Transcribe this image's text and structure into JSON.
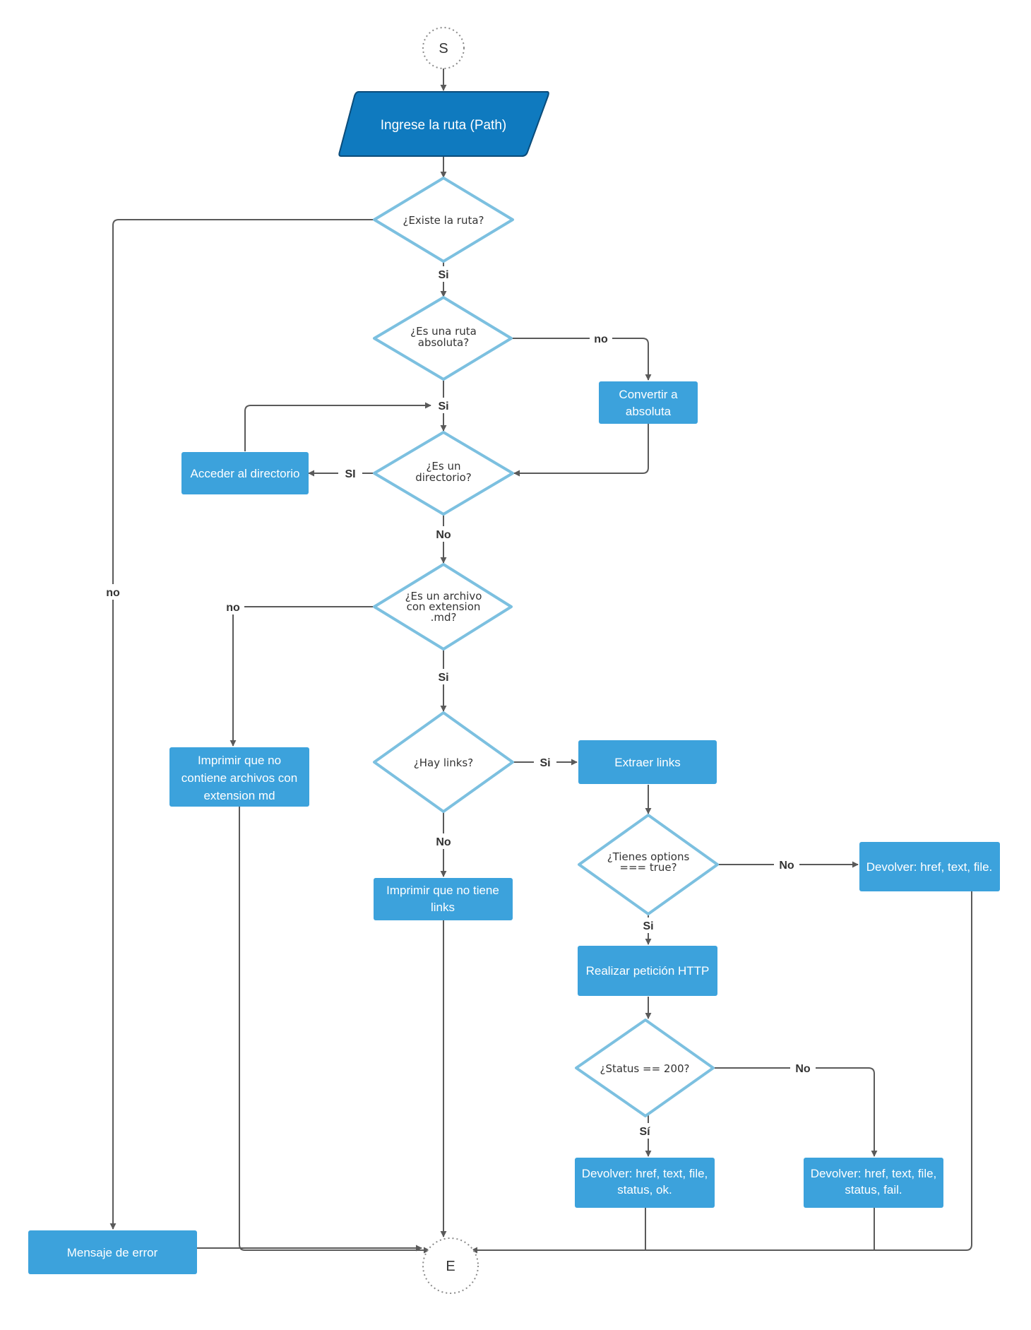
{
  "nodes": {
    "start": {
      "text": [
        "S"
      ]
    },
    "input_path": {
      "text": [
        "Ingrese la ruta (Path)"
      ]
    },
    "exists": {
      "text": [
        "¿Existe la ruta?"
      ]
    },
    "is_absolute": {
      "text": [
        "¿Es una ruta",
        "absoluta?"
      ]
    },
    "convert_absolute": {
      "text": [
        "Convertir a",
        "absoluta"
      ]
    },
    "is_directory": {
      "text": [
        "¿Es un",
        "directorio?"
      ]
    },
    "access_directory": {
      "text": [
        "Acceder al directorio"
      ]
    },
    "is_md_file": {
      "text": [
        "¿Es un archivo",
        "con extension",
        ".md?"
      ]
    },
    "print_no_md": {
      "text": [
        "Imprimir que no",
        "contiene archivos con",
        "extension md"
      ]
    },
    "has_links": {
      "text": [
        "¿Hay links?"
      ]
    },
    "print_no_links": {
      "text": [
        "Imprimir que no tiene",
        "links"
      ]
    },
    "extract_links": {
      "text": [
        "Extraer links"
      ]
    },
    "options_true": {
      "text": [
        "¿Tienes options",
        "=== true?"
      ]
    },
    "return_basic": {
      "text": [
        "Devolver: href, text, file."
      ]
    },
    "http_request": {
      "text": [
        "Realizar petición HTTP"
      ]
    },
    "status_200": {
      "text": [
        "¿Status == 200?"
      ]
    },
    "return_ok": {
      "text": [
        "Devolver: href, text, file,",
        "status, ok."
      ]
    },
    "return_fail": {
      "text": [
        "Devolver: href, text, file,",
        "status, fail."
      ]
    },
    "error_message": {
      "text": [
        "Mensaje de error"
      ]
    },
    "end": {
      "text": [
        "E"
      ]
    }
  },
  "edge_labels": {
    "exists_yes": "Si",
    "exists_no": "no",
    "absolute_no": "no",
    "absolute_yes": "Si",
    "directory_yes": "SI",
    "directory_no": "No",
    "md_no": "no",
    "md_yes": "Si",
    "links_yes": "Si",
    "links_no": "No",
    "options_no": "No",
    "options_yes": "Si",
    "status_no": "No",
    "status_yes": "Sí"
  },
  "colors": {
    "process_box": "#3ca2dc",
    "input_box": "#0f7abf",
    "decision_border": "#7cc0e0",
    "connector": "#5a5a5a"
  }
}
